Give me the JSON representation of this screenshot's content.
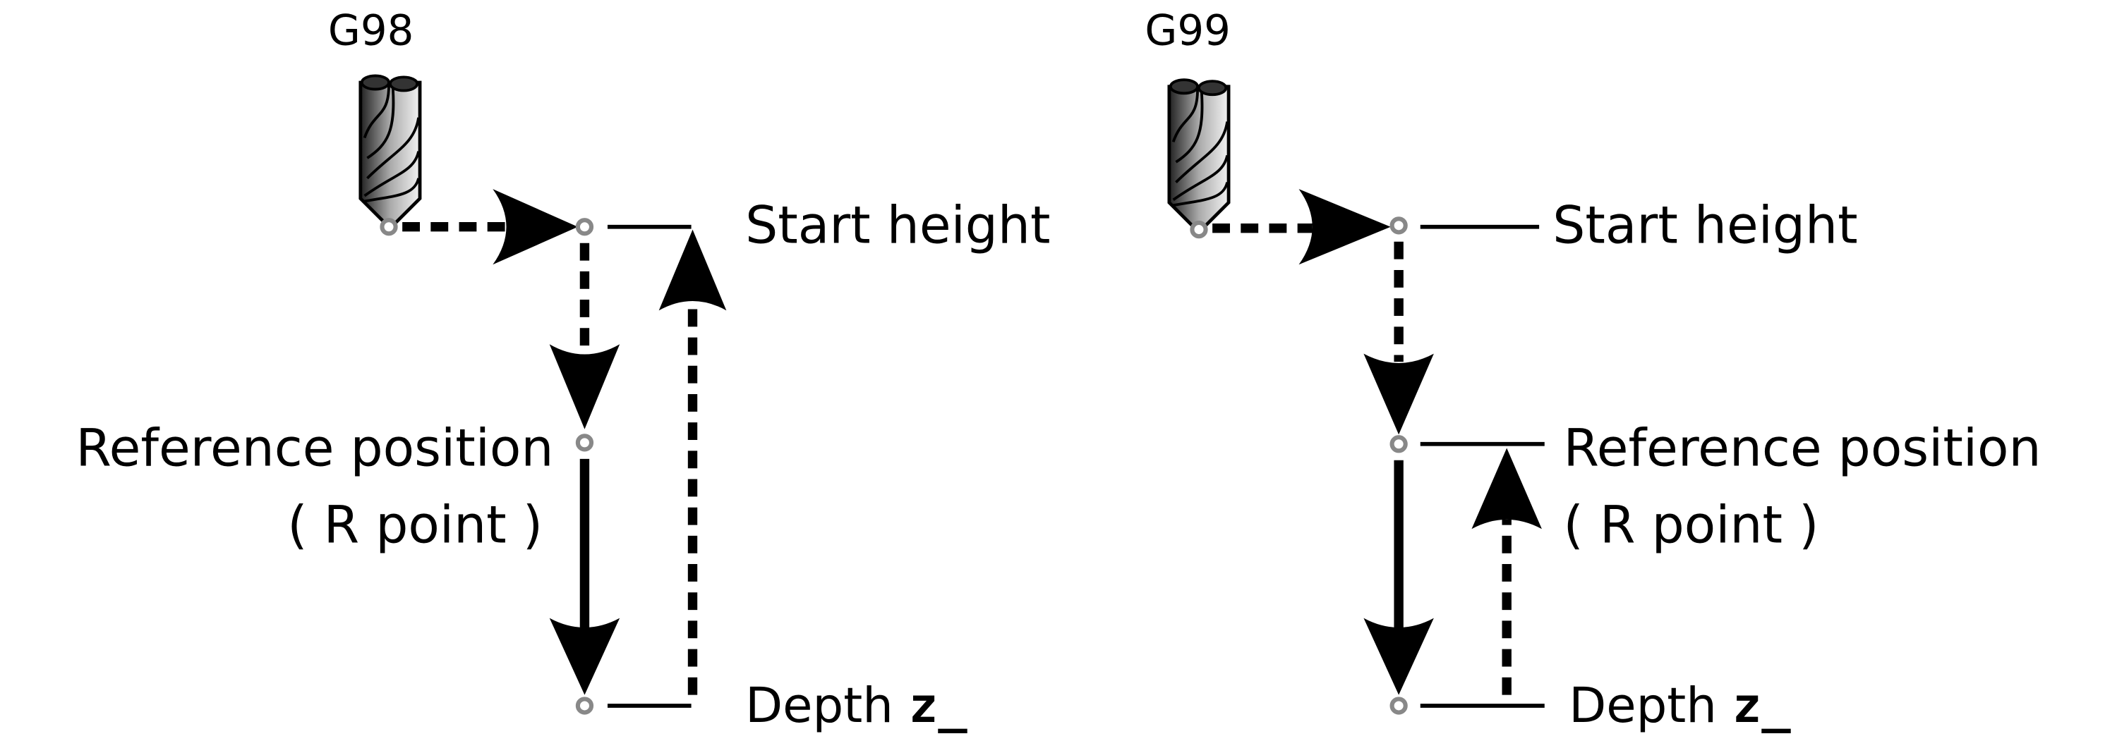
{
  "diagrams": [
    {
      "mode": "G98",
      "start_label": "Start height",
      "reference_label": "Reference position",
      "reference_sub": "( R point )",
      "depth_label": "Depth",
      "depth_var": "z_"
    },
    {
      "mode": "G99",
      "start_label": "Start height",
      "reference_label": "Reference position",
      "reference_sub": "( R point )",
      "depth_label": "Depth",
      "depth_var": "z_"
    }
  ],
  "colors": {
    "point": "#888888",
    "line": "#000000"
  },
  "icons": [
    "end-mill-tool-icon"
  ]
}
